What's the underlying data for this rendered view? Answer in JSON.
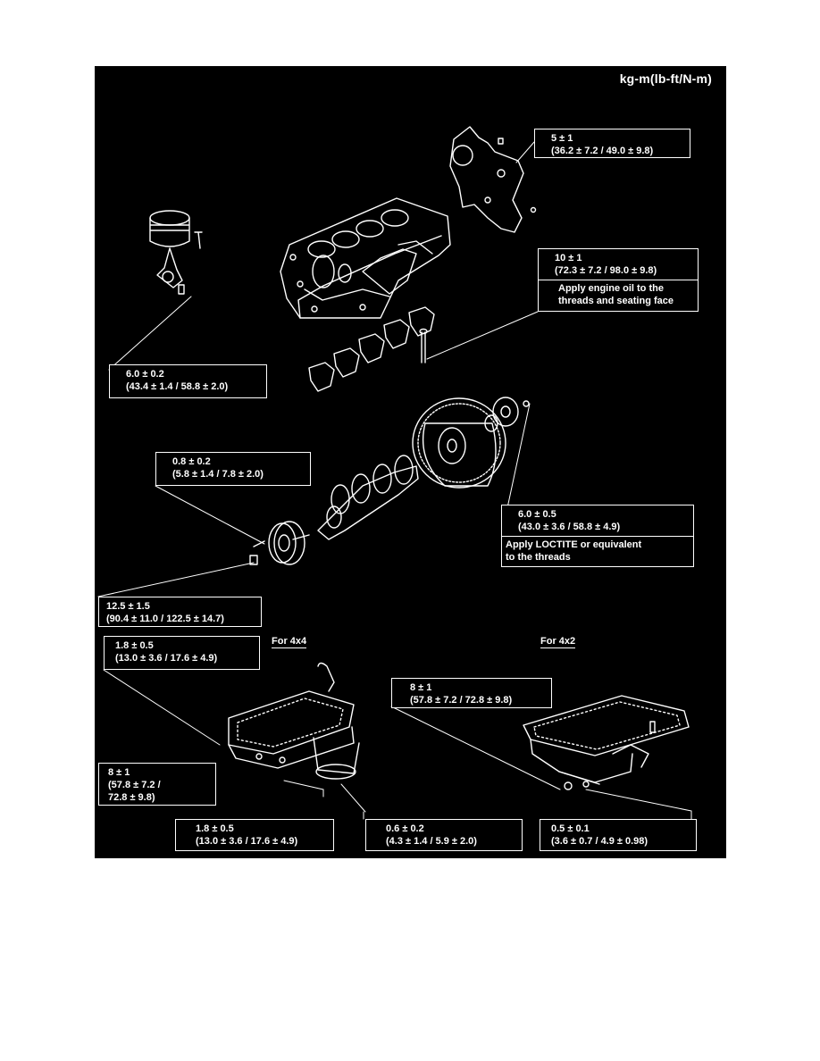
{
  "unit_label": "kg-m(lb-ft/N-m)",
  "sections": {
    "four_by_four": "For 4x4",
    "four_by_two": "For 4x2"
  },
  "torque_specs": {
    "rear_plate_bolt": {
      "value": "5 ± 1",
      "conversion": "(36.2 ± 7.2 / 49.0 ± 9.8)"
    },
    "main_bearing_cap_bolt": {
      "value": "10 ± 1",
      "conversion": "(72.3 ± 7.2 / 98.0 ± 9.8)",
      "note_line1": "Apply engine oil to the",
      "note_line2": "threads and seating face"
    },
    "connecting_rod_nut": {
      "value": "6.0 ± 0.2",
      "conversion": "(43.4 ± 1.4 / 58.8 ± 2.0)"
    },
    "pulley_bolt": {
      "value": "0.8 ± 0.2",
      "conversion": "(5.8 ± 1.4 / 7.8 ± 2.0)"
    },
    "flywheel_bolt": {
      "value": "6.0 ± 0.5",
      "conversion": "(43.0 ± 3.6 / 58.8 ± 4.9)",
      "note_line1": "Apply LOCTITE or equivalent",
      "note_line2": "to the threads"
    },
    "crankshaft_bolt": {
      "value": "12.5 ± 1.5",
      "conversion": "(90.4 ± 11.0 / 122.5 ± 14.7)"
    },
    "oil_pan_bolt_4x4": {
      "value": "1.8 ± 0.5",
      "conversion": "(13.0 ± 3.6 / 17.6 ± 4.9)"
    },
    "drain_plug_4x2": {
      "value": "8 ± 1",
      "conversion": "(57.8 ± 7.2 / 72.8 ± 9.8)"
    },
    "drain_plug_4x4": {
      "value": "8 ± 1",
      "conversion_line1": "(57.8 ± 7.2 /",
      "conversion_line2": "72.8 ± 9.8)"
    },
    "oil_pan_stud_4x4": {
      "value": "1.8 ± 0.5",
      "conversion": "(13.0 ± 3.6 / 17.6 ± 4.9)"
    },
    "oil_pan_nut_4x4": {
      "value": "0.6 ± 0.2",
      "conversion": "(4.3 ± 1.4 / 5.9 ± 2.0)"
    },
    "oil_pan_bolt_4x2": {
      "value": "0.5 ± 0.1",
      "conversion": "(3.6 ± 0.7 / 4.9 ± 0.98)"
    }
  }
}
